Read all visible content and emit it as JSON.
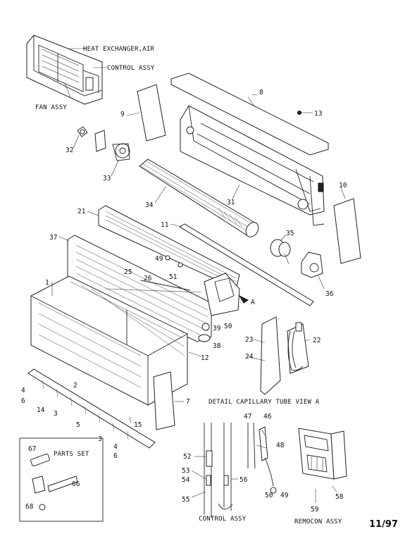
{
  "labels": {
    "heat_exchanger": "HEAT EXCHANGER,AIR",
    "control_assy_top": "CONTROL ASSY",
    "fan_assy": "FAN ASSY",
    "detail_caption": "DETAIL CAPILLARY TUBE  VIEW A",
    "parts_set": "PARTS SET",
    "control_assy_bottom": "CONTROL ASSY",
    "remocon_assy": "REMOCON ASSY",
    "date_code": "11/97",
    "view_marker": "A"
  },
  "callouts": [
    "8",
    "9",
    "13",
    "32",
    "33",
    "34",
    "31",
    "10",
    "21",
    "11",
    "35",
    "37",
    "49",
    "51",
    "25",
    "26",
    "36",
    "1",
    "50",
    "39",
    "38",
    "23",
    "22",
    "12",
    "24",
    "2",
    "4",
    "6",
    "14",
    "3",
    "5",
    "7",
    "15",
    "4",
    "6",
    "67",
    "47",
    "46",
    "48",
    "52",
    "53",
    "54",
    "56",
    "55",
    "50",
    "49",
    "66",
    "68",
    "59",
    "58",
    "3"
  ]
}
